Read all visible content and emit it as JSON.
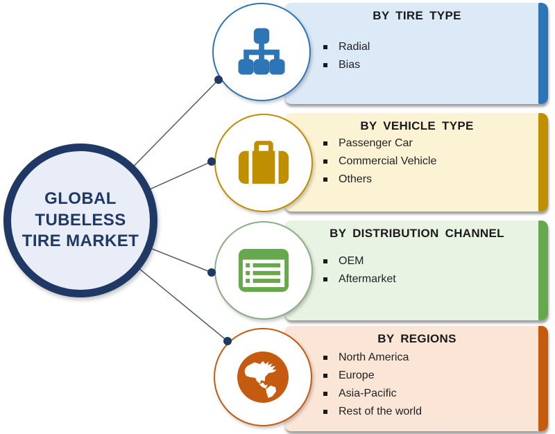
{
  "center": {
    "title": "GLOBAL TUBELESS TIRE MARKET",
    "fill": "#E9EDF8",
    "border": "#1F3864"
  },
  "connectors": {
    "line_color": "#4E5A66",
    "dot_color": "#1F3864"
  },
  "theme": {
    "title_color": "#1A1A1A",
    "item_color": "#222222",
    "bullet_color": "#1A1A1A"
  },
  "sections": [
    {
      "id": "tire-type",
      "title": "BY TIRE TYPE",
      "icon": "sitemap-icon",
      "accent": "#2E75B6",
      "panel_bg": "#DCE9F6",
      "circle_border": "#2E75B6",
      "items": [
        "Radial",
        "Bias"
      ]
    },
    {
      "id": "vehicle-type",
      "title": "BY VEHICLE TYPE",
      "icon": "briefcase-icon",
      "accent": "#BF8F00",
      "panel_bg": "#FCF3D5",
      "circle_border": "#BF8F00",
      "items": [
        "Passenger Car",
        "Commercial Vehicle",
        "Others"
      ]
    },
    {
      "id": "distribution-channel",
      "title": "BY DISTRIBUTION CHANNEL",
      "icon": "list-icon",
      "accent": "#67A74D",
      "panel_bg": "#E9F3E3",
      "circle_border": "#8FAC88",
      "items": [
        "OEM",
        "Aftermarket"
      ]
    },
    {
      "id": "regions",
      "title": "BY REGIONS",
      "icon": "globe-icon",
      "accent": "#C55A11",
      "panel_bg": "#FBE5D6",
      "circle_border": "#C55A11",
      "items": [
        "North America",
        "Europe",
        "Asia-Pacific",
        "Rest of the world"
      ]
    }
  ]
}
